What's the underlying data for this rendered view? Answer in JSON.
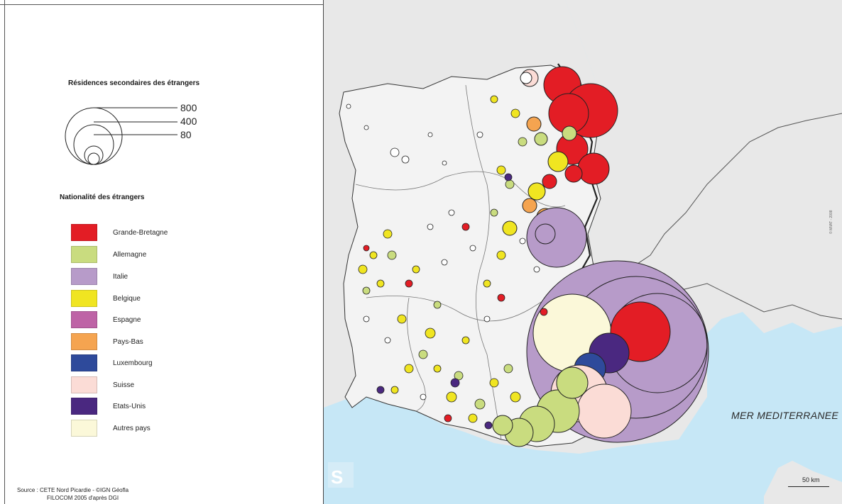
{
  "legend": {
    "size_title": "Résidences secondaires des étrangers",
    "size_values": [
      "800",
      "400",
      "80"
    ],
    "nationality_title": "Nationalité des étrangers",
    "nationalities": [
      {
        "label": "Grande-Bretagne",
        "color": "#e31d25"
      },
      {
        "label": "Allemagne",
        "color": "#c9dc7f"
      },
      {
        "label": "Italie",
        "color": "#b79bc9"
      },
      {
        "label": "Belgique",
        "color": "#f0e521"
      },
      {
        "label": "Espagne",
        "color": "#be63a6"
      },
      {
        "label": "Pays-Bas",
        "color": "#f5a450"
      },
      {
        "label": "Luxembourg",
        "color": "#2e4a9b"
      },
      {
        "label": "Suisse",
        "color": "#fbdcd6"
      },
      {
        "label": "Etats-Unis",
        "color": "#4a2880"
      },
      {
        "label": "Autres pays",
        "color": "#fbf8d9"
      }
    ]
  },
  "source": {
    "line1": "Source : CETE Nord Picardie - ©IGN Géofla",
    "line2": "FILOCOM 2005 d'après DGI"
  },
  "map": {
    "sea_label": "MER MEDITERRANEE",
    "scale_label": "50 km",
    "credit": "© MIIAT - 2008",
    "colors": {
      "sea": "#c6e7f6",
      "land_outside": "#e8e8e8",
      "region": "#f3f3f3",
      "border": "#333333"
    }
  }
}
